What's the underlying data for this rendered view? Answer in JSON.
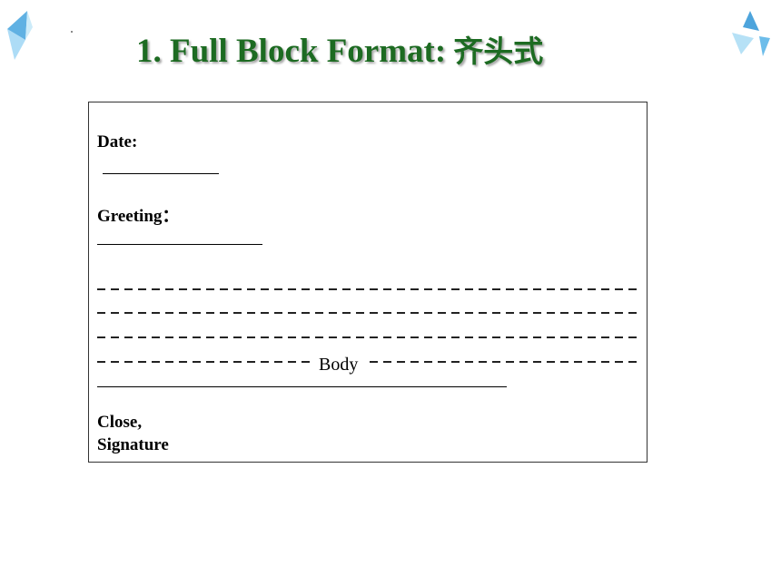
{
  "slide": {
    "title": "1. Full Block Format:",
    "title_cjk": "齐头式",
    "title_color": "#1d6b22",
    "accent_color": "#7fc8ef"
  },
  "letter": {
    "date_label": "Date:",
    "greeting_label": "Greeting：",
    "body_label": "Body",
    "close_label": "Close,",
    "signature_label": "Signature"
  }
}
